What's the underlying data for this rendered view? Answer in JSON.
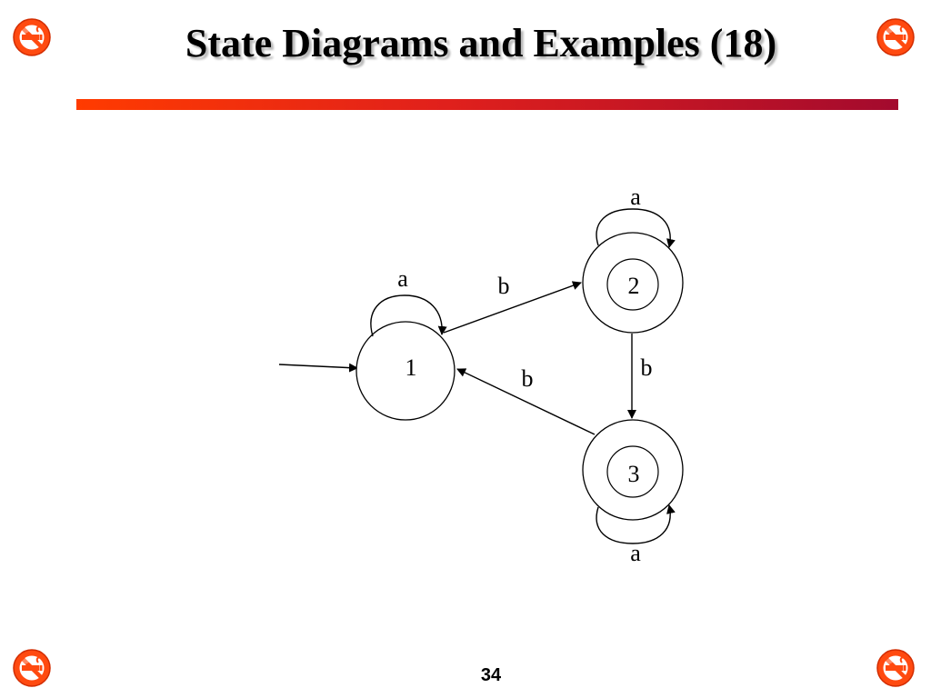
{
  "slide": {
    "title": "State Diagrams and Examples (18)",
    "page_number": "34",
    "icon": "no-smoking-icon",
    "colors": {
      "rule_start": "#ff3b00",
      "rule_end": "#a30a2e",
      "icon_fill": "#ff4a10"
    }
  },
  "diagram": {
    "states": [
      {
        "label": "1",
        "accepting": false,
        "initial": true
      },
      {
        "label": "2",
        "accepting": true,
        "initial": false
      },
      {
        "label": "3",
        "accepting": true,
        "initial": false
      }
    ],
    "transitions": [
      {
        "from": "1",
        "to": "1",
        "label": "a"
      },
      {
        "from": "1",
        "to": "2",
        "label": "b"
      },
      {
        "from": "2",
        "to": "2",
        "label": "a"
      },
      {
        "from": "2",
        "to": "3",
        "label": "b"
      },
      {
        "from": "3",
        "to": "1",
        "label": "b"
      },
      {
        "from": "3",
        "to": "3",
        "label": "a"
      }
    ]
  }
}
